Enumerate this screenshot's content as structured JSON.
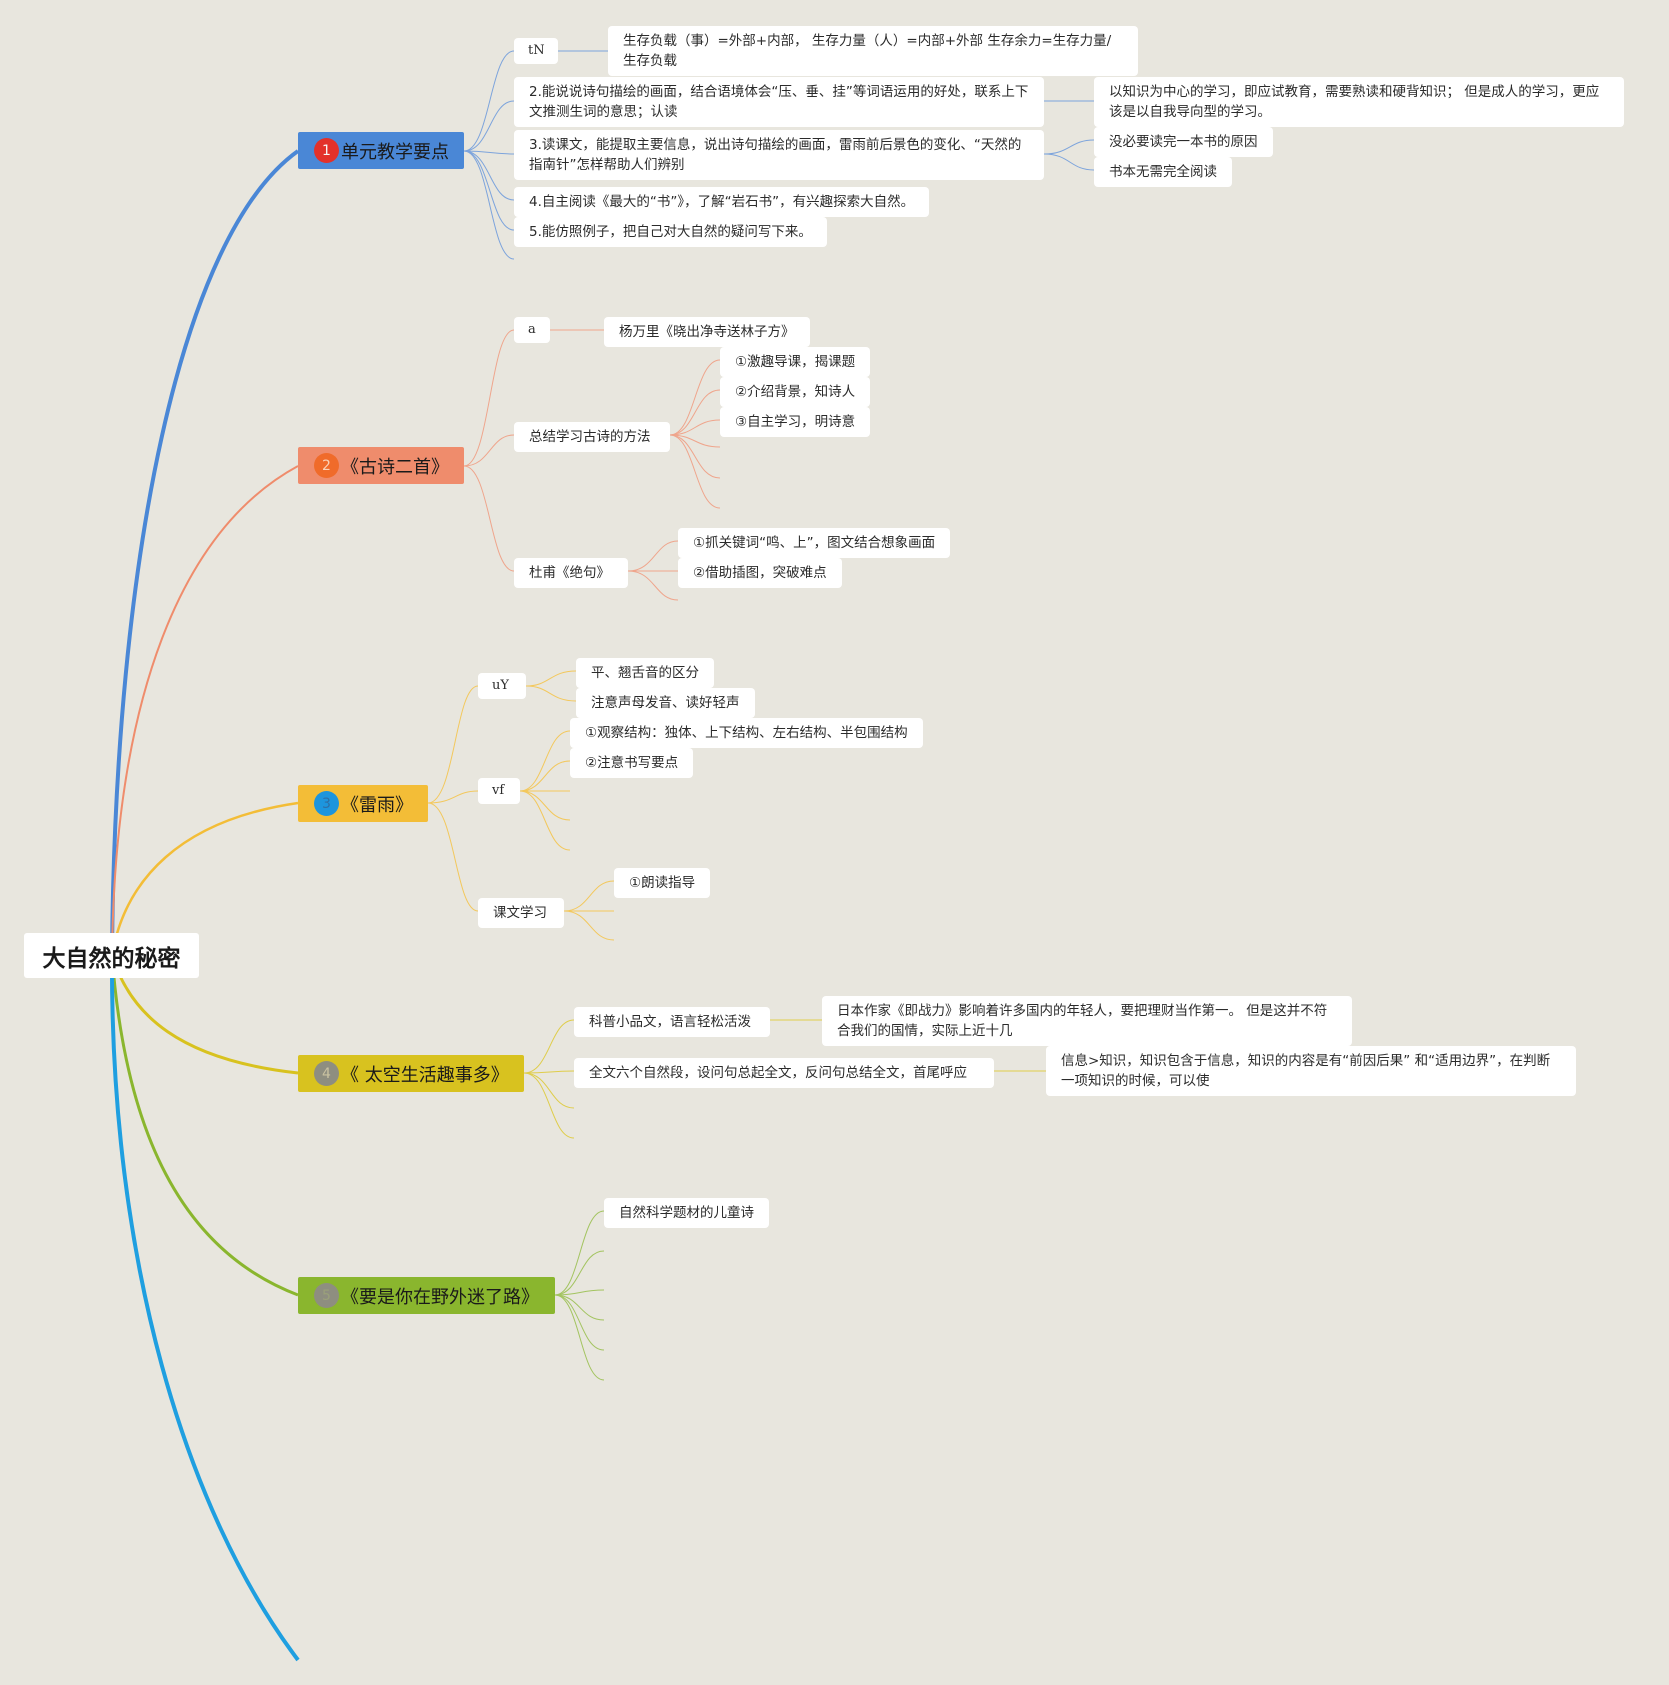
{
  "root": {
    "label": "大自然的秘密"
  },
  "colors": {
    "background": "#e8e6de",
    "branch1": "#4a87d6",
    "branch2": "#ef8c6c",
    "branch3": "#f3bd37",
    "branch4": "#d8c21f",
    "branch5": "#8ab62e",
    "extra_line": "#1f9fe0"
  },
  "branches": {
    "b1": {
      "label": "单元教学要点",
      "badge": "1",
      "items": {
        "tn": "tN",
        "tn_note": "生存负载（事）=外部+内部， 生存力量（人）=内部+外部 生存余力=生存力量/生存负载",
        "p2": "2.能说说诗句描绘的画面，结合语境体会“压、垂、挂”等词语运用的好处，联系上下文推测生词的意思；认读",
        "p2_note": "以知识为中心的学习，即应试教育，需要熟读和硬背知识； 但是成人的学习，更应该是以自我导向型的学习。",
        "p3": "3.读课文，能提取主要信息，说出诗句描绘的画面，雷雨前后景色的变化、“天然的指南针”怎样帮助人们辨别",
        "p3_note1": "没必要读完一本书的原因",
        "p3_note2": "书本无需完全阅读",
        "p4": "4.自主阅读《最大的“书”》，了解“岩石书”，有兴趣探索大自然。",
        "p5": "5.能仿照例子，把自己对大自然的疑问写下来。"
      }
    },
    "b2": {
      "label": "《古诗二首》",
      "badge": "2",
      "items": {
        "a": "a",
        "a_child": "杨万里《晓出净寺送林子方》",
        "method": "总结学习古诗的方法",
        "method_1": "①激趣导课，揭课题",
        "method_2": "②介绍背景，知诗人",
        "method_3": "③自主学习，明诗意",
        "dufu": "杜甫《绝句》",
        "dufu_1": "①抓关键词“鸣、上”，图文结合想象画面",
        "dufu_2": "②借助插图，突破难点"
      }
    },
    "b3": {
      "label": "《雷雨》",
      "badge": "3",
      "items": {
        "uy": "uY",
        "uy_1": "平、翘舌音的区分",
        "uy_2": "注意声母发音、读好轻声",
        "vf": "vf",
        "vf_1": "①观察结构：独体、上下结构、左右结构、半包围结构",
        "vf_2": "②注意书写要点",
        "lesson": "课文学习",
        "lesson_1": "①朗读指导"
      }
    },
    "b4": {
      "label": "《 太空生活趣事多》",
      "badge": "4",
      "items": {
        "c1": "科普小品文，语言轻松活泼",
        "c1_note": "日本作家《即战力》影响着许多国内的年轻人，要把理财当作第一。 但是这并不符合我们的国情，实际上近十几",
        "c2": "全文六个自然段，设问句总起全文，反问句总结全文，首尾呼应",
        "c2_note": "信息>知识，知识包含于信息，知识的内容是有“前因后果” 和“适用边界”，在判断一项知识的时候，可以使"
      }
    },
    "b5": {
      "label": "《要是你在野外迷了路》",
      "badge": "5",
      "items": {
        "c1": "自然科学题材的儿童诗"
      }
    }
  }
}
